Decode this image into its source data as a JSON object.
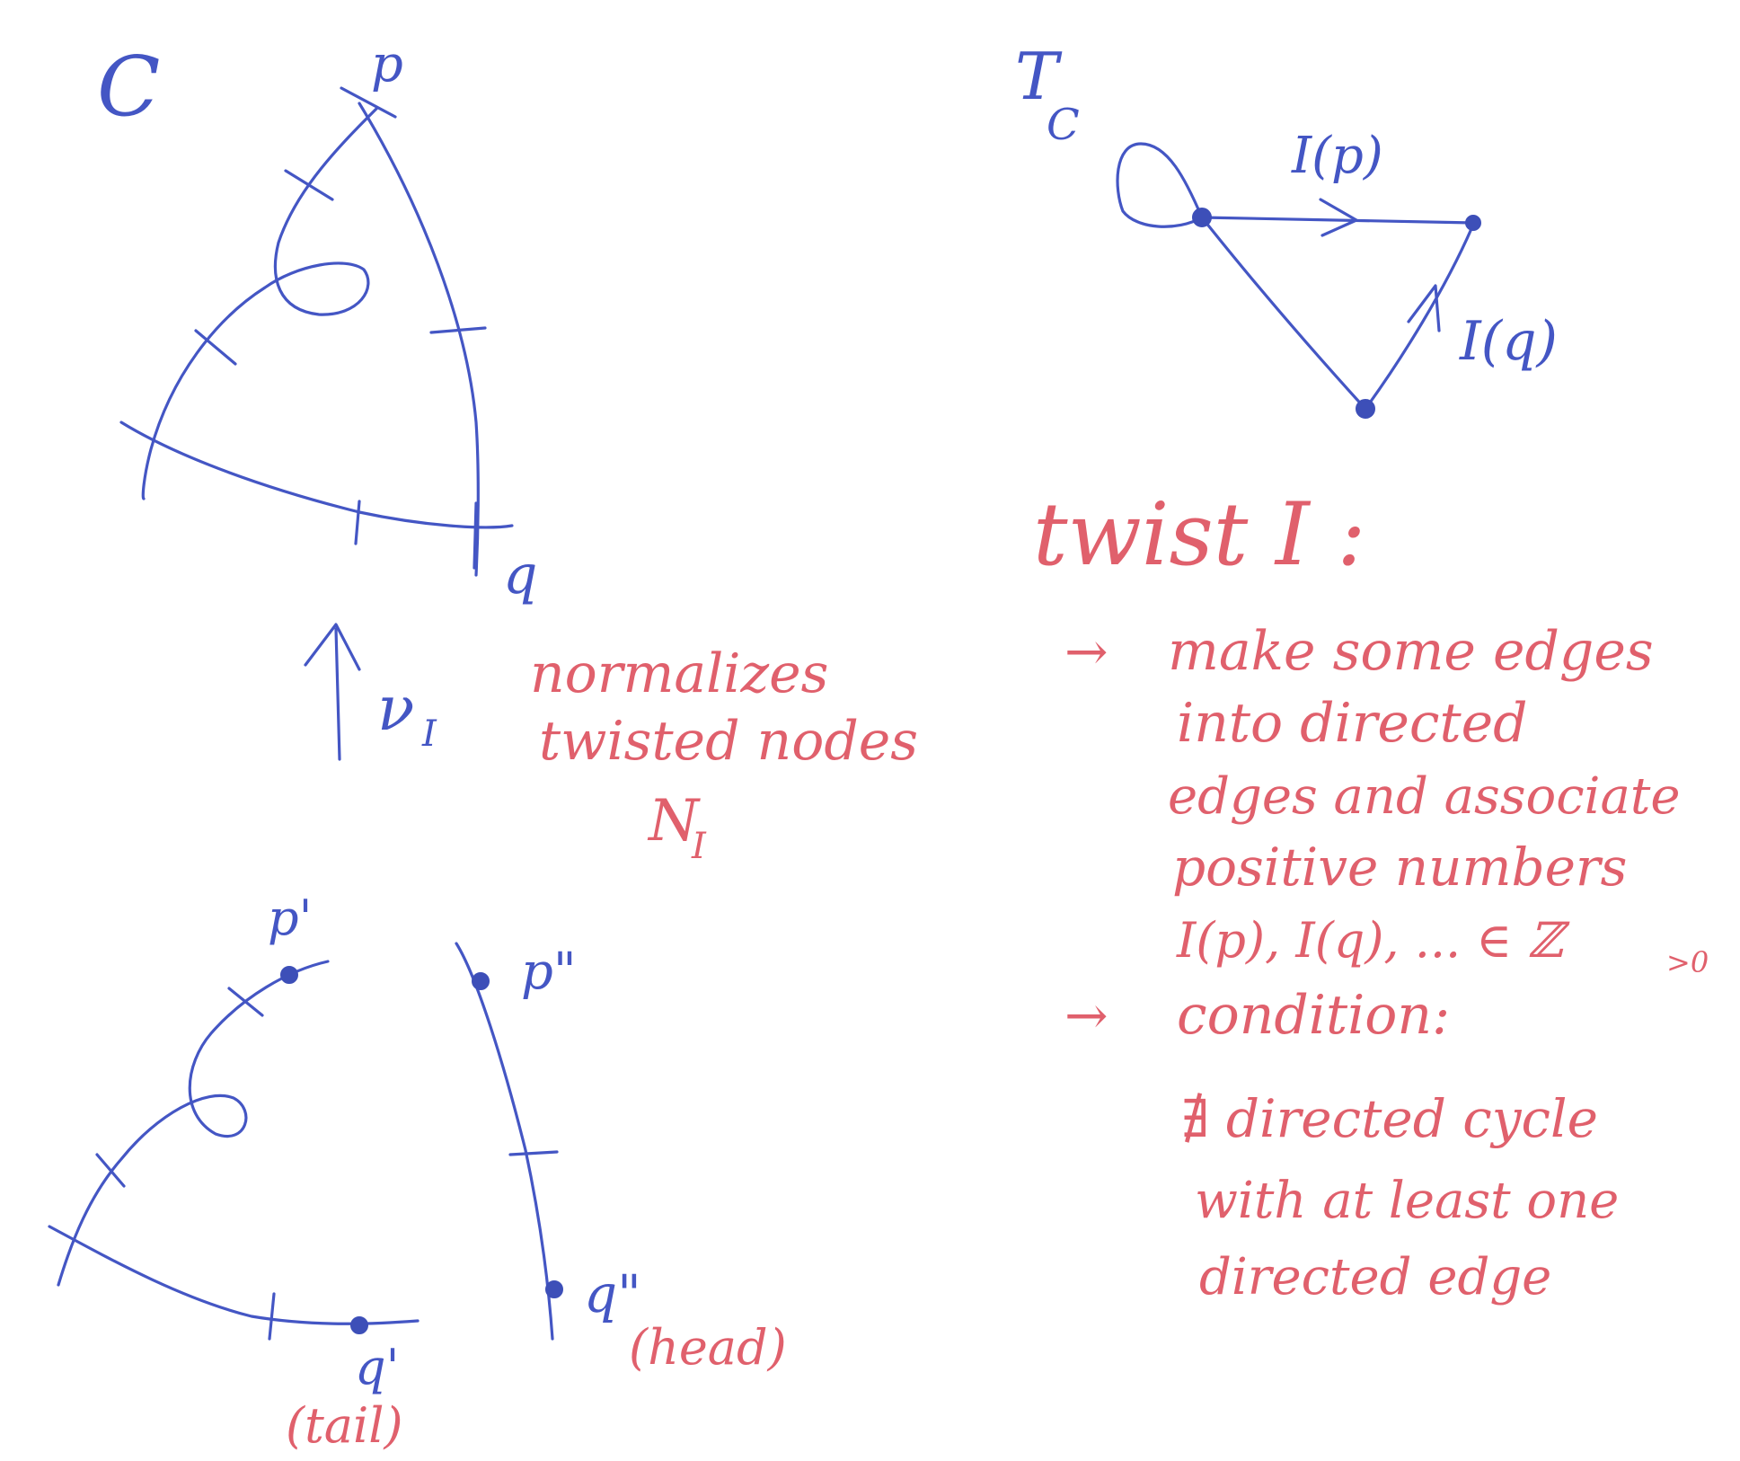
{
  "colors": {
    "blue_ink": "#4456c4",
    "red_ink": "#e0606c",
    "background": "#ffffff"
  },
  "top_left": {
    "curve_label": "C",
    "point_p": "p",
    "point_q": "q"
  },
  "map": {
    "symbol": "ν",
    "subscript": "I",
    "caption_line1": "normalizes",
    "caption_line2": "twisted nodes",
    "nodes_symbol": "N",
    "nodes_subscript": "I"
  },
  "bottom_left": {
    "p_prime": "p'",
    "p_double_prime": "p\"",
    "q_prime": "q'",
    "q_double_prime": "q\"",
    "tail_note": "(tail)",
    "head_note": "(head)"
  },
  "graph": {
    "title": "T",
    "title_sub": "C",
    "edge_label_p": "I(p)",
    "edge_label_q": "I(q)"
  },
  "twist": {
    "heading": "twist I :",
    "bullet1_line1": "make some edges",
    "bullet1_line2": "into directed",
    "bullet1_line3": "edges and associate",
    "bullet1_line4": "positive numbers",
    "bullet1_line5": "I(p), I(q), ... ∈ ℤ",
    "bullet1_line5_sub": ">0",
    "bullet2_line1": "condition:",
    "bullet2_line2": "∄ directed cycle",
    "bullet2_line3": "with at least one",
    "bullet2_line4": "directed edge",
    "arrow": "→"
  }
}
